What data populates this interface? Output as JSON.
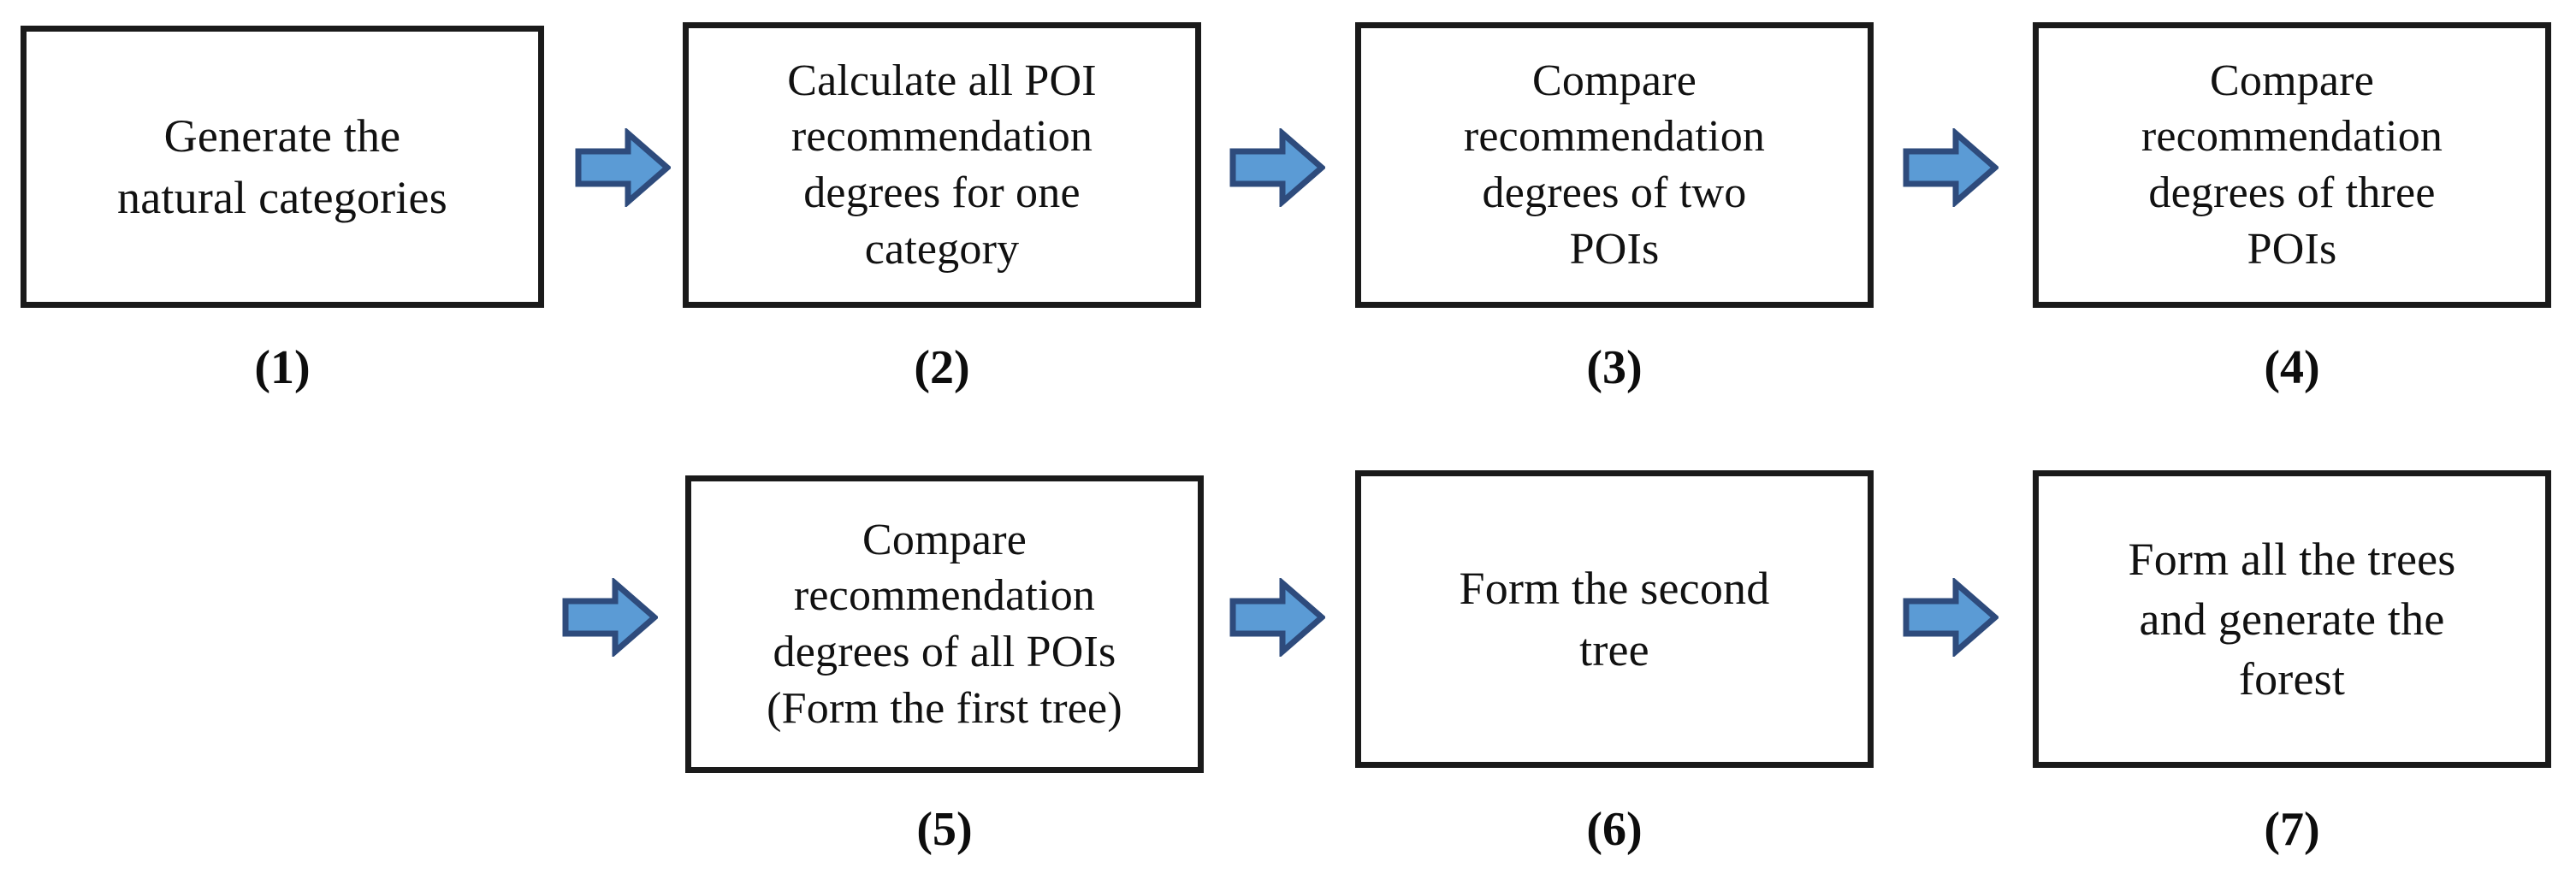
{
  "figure": {
    "type": "flowchart",
    "orientation": "left-to-right, two rows",
    "step_count": 7,
    "arrow_count": 6
  },
  "colors": {
    "box_border": "#1a1a1a",
    "box_fill": "#ffffff",
    "text": "#111111",
    "arrow_fill": "#5b9bd5",
    "arrow_stroke": "#2e4b7c",
    "background": "#ffffff"
  },
  "steps": [
    {
      "number": "(1)",
      "text": "Generate the\nnatural categories"
    },
    {
      "number": "(2)",
      "text": "Calculate all POI\nrecommendation\ndegrees for one\ncategory"
    },
    {
      "number": "(3)",
      "text": "Compare\nrecommendation\ndegrees of two\nPOIs"
    },
    {
      "number": "(4)",
      "text": "Compare\nrecommendation\ndegrees of three\nPOIs"
    },
    {
      "number": "(5)",
      "text": "Compare\nrecommendation\ndegrees of all POIs\n(Form the first tree)"
    },
    {
      "number": "(6)",
      "text": "Form the second\ntree"
    },
    {
      "number": "(7)",
      "text": "Form all the trees\nand generate the\nforest"
    }
  ],
  "arrows": [
    {
      "name": "arrow-step1-to-step2",
      "direction": "right"
    },
    {
      "name": "arrow-step2-to-step3",
      "direction": "right"
    },
    {
      "name": "arrow-step3-to-step4",
      "direction": "right"
    },
    {
      "name": "arrow-step4-to-step5",
      "direction": "right"
    },
    {
      "name": "arrow-step5-to-step6",
      "direction": "right"
    },
    {
      "name": "arrow-step6-to-step7",
      "direction": "right"
    }
  ]
}
